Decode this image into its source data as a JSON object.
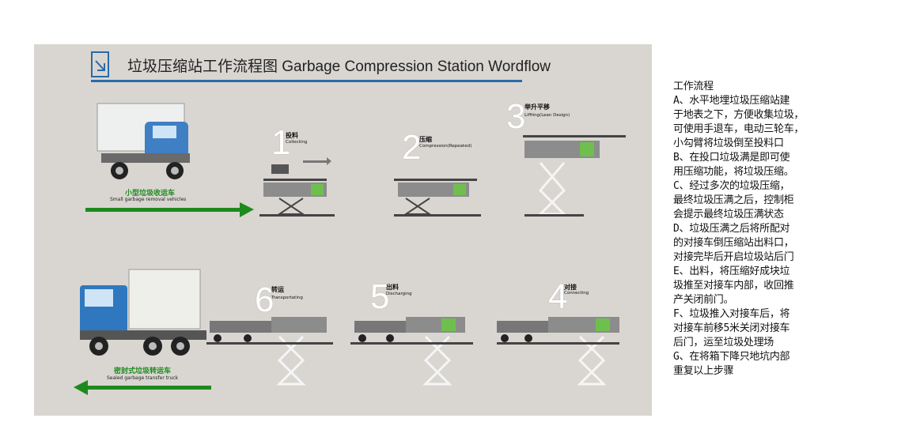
{
  "title": "垃圾压缩站工作流程图  Garbage Compression Station Wordflow",
  "steps": [
    {
      "num": "1",
      "cn": "投料",
      "en": "Collecting"
    },
    {
      "num": "2",
      "cn": "压缩",
      "en": "Compression(Repeated)"
    },
    {
      "num": "3",
      "cn": "举升平移",
      "en": "Liffting(Lean Design)"
    },
    {
      "num": "4",
      "cn": "对接",
      "en": "Connecting"
    },
    {
      "num": "5",
      "cn": "出料",
      "en": "Discharging"
    },
    {
      "num": "6",
      "cn": "转运",
      "en": "Transportating"
    }
  ],
  "vehicles": [
    {
      "cn": "小型垃圾收运车",
      "en": "Small garbage removal vehicles"
    },
    {
      "cn": "密封式垃圾转运车",
      "en": "Sealed garbage transfer truck"
    }
  ],
  "workflow": {
    "heading": "工作流程",
    "lines": [
      "A、水平地埋垃圾压缩站建",
      "于地表之下，方便收集垃圾，",
      "可使用手退车，电动三轮车，",
      "小勾臂将垃圾倒至投料口",
      "B、在投口垃圾满是即可使",
      "用压缩功能，将垃圾压缩。",
      "C、经过多次的垃圾压缩，",
      "最终垃圾压满之后，控制柜",
      "会提示最终垃圾压满状态",
      "D、垃圾压满之后将所配对",
      "的对接车倒压缩站出料口，",
      "对接完毕后开启垃圾站后门",
      "E、出料，将压缩好成块垃",
      "圾推至对接车内部，收回推",
      "产关闭前门。",
      "F、垃圾推入对接车后，将",
      "对接车前移5米关闭对接车",
      "后门，运至垃圾处理场",
      "G、在将箱下降只地坑内部",
      "重复以上步骤"
    ]
  },
  "colors": {
    "accent_blue": "#2b6aa8",
    "arrow_green": "#1e8a1e",
    "panel_bg": "#d9d6d1"
  }
}
